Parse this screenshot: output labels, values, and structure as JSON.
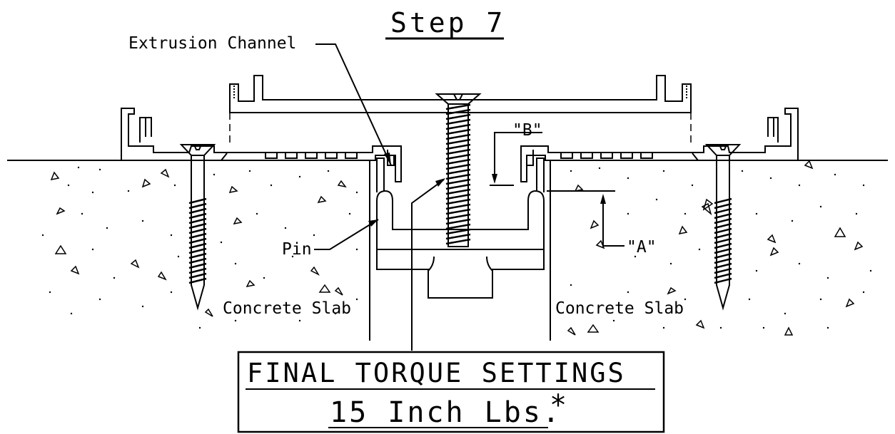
{
  "title": "Step 7",
  "labels": {
    "extrusion_channel": "Extrusion Channel",
    "pin": "Pin",
    "concrete_slab_left": "Concrete Slab",
    "concrete_slab_right": "Concrete Slab",
    "dim_a": "\"A\"",
    "dim_b": "\"B\""
  },
  "torque_box": {
    "line1": "FINAL TORQUE SETTINGS",
    "line2": "15 Inch Lbs.",
    "asterisk": "*"
  }
}
